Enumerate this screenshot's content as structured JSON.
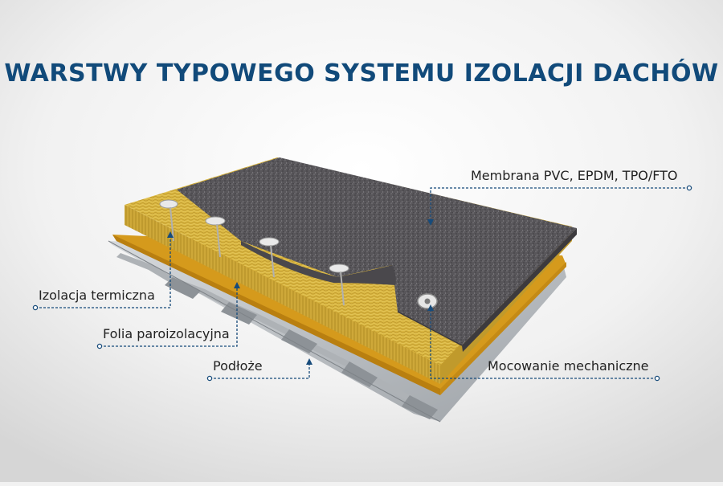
{
  "title": "WARSTWY TYPOWEGO SYSTEMU IZOLACJI DACHÓW",
  "labels": {
    "membrane": "Membrana PVC, EPDM, TPO/FTO",
    "thermal": "Izolacja termiczna",
    "vapor": "Folia paroizolacyjna",
    "substrate": "Podłoże",
    "fastening": "Mocowanie mechaniczne"
  },
  "colors": {
    "title": "#114a7a",
    "leader": "#174b7b",
    "membrane": "#5a585a",
    "insulation": "#d8b63c",
    "vapor_foil": "#d59a1c",
    "deck": "#c4c8cc"
  }
}
